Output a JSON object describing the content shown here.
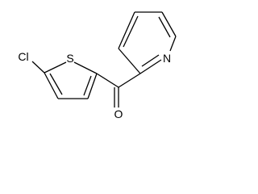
{
  "molecule": {
    "atoms": {
      "cl": "Cl",
      "s": "S",
      "n": "N",
      "o": "O"
    },
    "colors": {
      "ink": "#000000",
      "background": "#ffffff"
    }
  }
}
